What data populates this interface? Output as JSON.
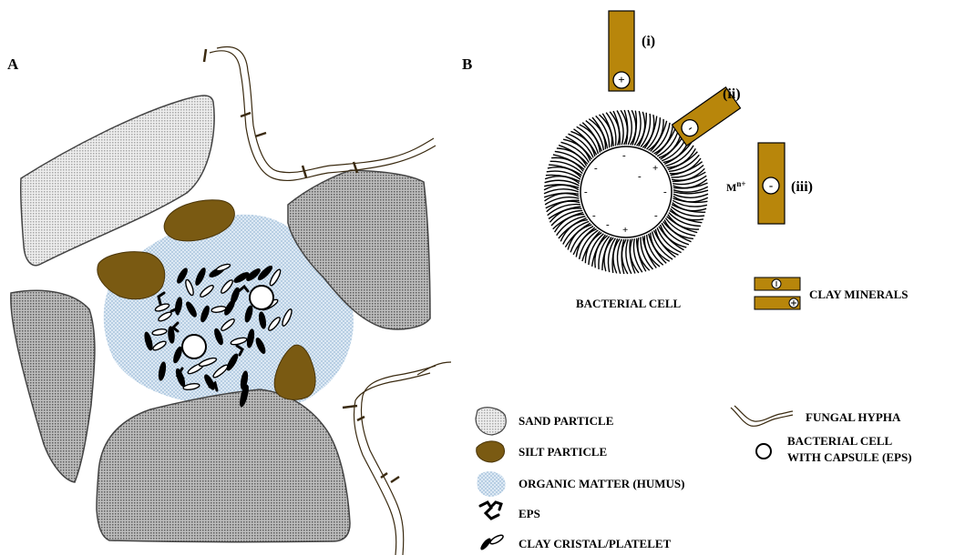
{
  "panels": {
    "a": "A",
    "b": "B"
  },
  "panel_b": {
    "plates": [
      {
        "roman": "(i)",
        "charge": "+"
      },
      {
        "roman": "(ii)",
        "charge": "-"
      },
      {
        "roman": "(iii)",
        "charge": "-"
      }
    ],
    "metal_ion_base": "M",
    "metal_ion_sup": "n+",
    "cell_label": "BACTERIAL CELL",
    "clay_label": "CLAY MINERALS",
    "cell_charges": [
      "-",
      "-",
      "+",
      "-",
      "-",
      "-",
      "-",
      "-",
      "+",
      "-"
    ]
  },
  "legend": {
    "sand": "SAND PARTICLE",
    "silt": "SILT PARTICLE",
    "organic": "ORGANIC MATTER (HUMUS)",
    "eps": "EPS",
    "clay": "CLAY CRISTAL/PLATELET",
    "hypha": "FUNGAL HYPHA",
    "capsule_line1": "BACTERIAL CELL",
    "capsule_line2": "WITH CAPSULE (EPS)"
  },
  "colors": {
    "plate": "#b8860b",
    "silt": "#7a5a12",
    "humus": "#c6dcee",
    "sand_light": "#d4d4d4",
    "sand_dark": "#9c9c9c"
  }
}
